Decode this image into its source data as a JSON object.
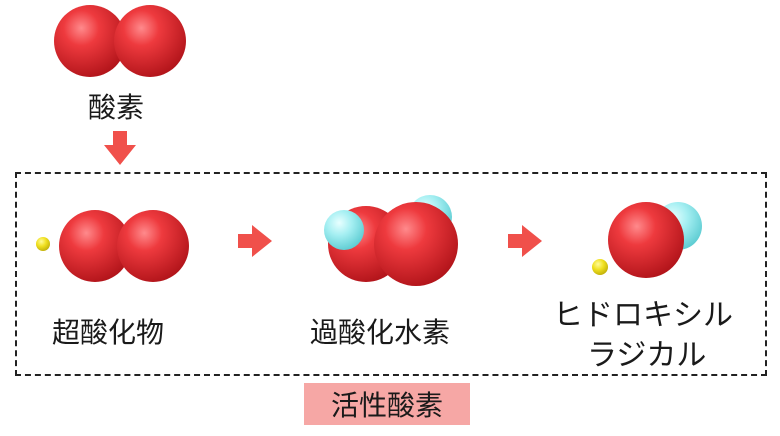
{
  "molecules": {
    "oxygen": {
      "label": "酸素"
    },
    "superoxide": {
      "label": "超酸化物"
    },
    "hydrogen_peroxide": {
      "label": "過酸化水素"
    },
    "hydroxyl_radical": {
      "label_line1": "ヒドロキシル",
      "label_line2": "ラジカル"
    }
  },
  "group": {
    "label": "活性酸素"
  },
  "colors": {
    "oxygen_atom": "#e32f33",
    "hydrogen_atom": "#8ee8ec",
    "electron_dot": "#eedd1c",
    "arrow": "#f0504b",
    "badge_bg": "#f6a7a5"
  }
}
